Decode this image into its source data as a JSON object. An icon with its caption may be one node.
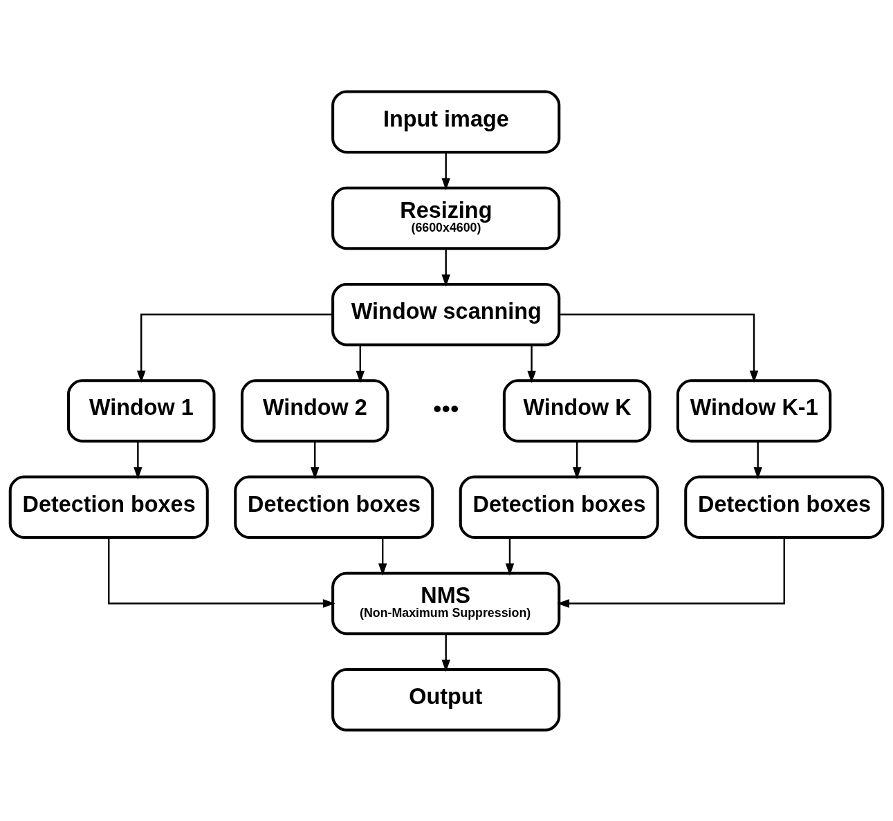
{
  "diagram": {
    "nodes": [
      {
        "text": [
          "Input image"
        ]
      },
      {
        "text": [
          "Resizing",
          "(6600x4600)"
        ]
      },
      {
        "text": [
          "Window scanning"
        ]
      },
      {
        "text": [
          "Window 1"
        ]
      },
      {
        "text": [
          "Window 2"
        ]
      },
      {
        "text": [
          "Window K"
        ]
      },
      {
        "text": [
          "Window K-1"
        ]
      },
      {
        "text": [
          "Detection boxes"
        ]
      },
      {
        "text": [
          "Detection boxes"
        ]
      },
      {
        "text": [
          "Detection boxes"
        ]
      },
      {
        "text": [
          "Detection boxes"
        ]
      },
      {
        "text": [
          "NMS",
          "(Non-Maximum Suppression)"
        ]
      },
      {
        "text": [
          "Output"
        ]
      }
    ],
    "edges": [
      {
        "from": 0,
        "to": 1,
        "arrow": "to"
      },
      {
        "from": 1,
        "to": 2,
        "arrow": "to"
      },
      {
        "from": 2,
        "to": 3,
        "arrow": "to"
      },
      {
        "from": 2,
        "to": 4,
        "arrow": "to"
      },
      {
        "from": 2,
        "to": 5,
        "arrow": "to"
      },
      {
        "from": 2,
        "to": 6,
        "arrow": "to"
      },
      {
        "from": 3,
        "to": 7,
        "arrow": "to"
      },
      {
        "from": 4,
        "to": 8,
        "arrow": "to"
      },
      {
        "from": 5,
        "to": 9,
        "arrow": "to"
      },
      {
        "from": 6,
        "to": 10,
        "arrow": "to"
      },
      {
        "from": 7,
        "to": 11,
        "arrow": "to"
      },
      {
        "from": 8,
        "to": 11,
        "arrow": "to"
      },
      {
        "from": 9,
        "to": 11,
        "arrow": "to"
      },
      {
        "from": 10,
        "to": 11,
        "arrow": "to"
      },
      {
        "from": 11,
        "to": 12,
        "arrow": "to"
      }
    ],
    "labels": [
      "•••"
    ]
  }
}
